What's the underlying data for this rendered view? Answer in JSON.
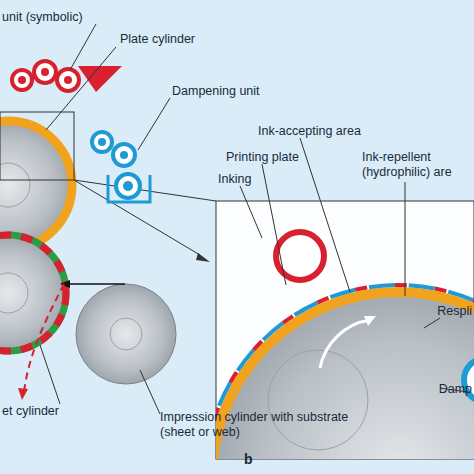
{
  "diagram": {
    "labels": [
      "unit (symbolic)",
      "Plate cylinder",
      "Dampening unit",
      "Ink-accepting area",
      "Printing plate",
      "Inking",
      "Ink-repellent (hydrophilic) are",
      "Respli",
      "Damp",
      "et cylinder",
      "Impression cylinder with substrate (sheet or web)",
      "b"
    ]
  }
}
